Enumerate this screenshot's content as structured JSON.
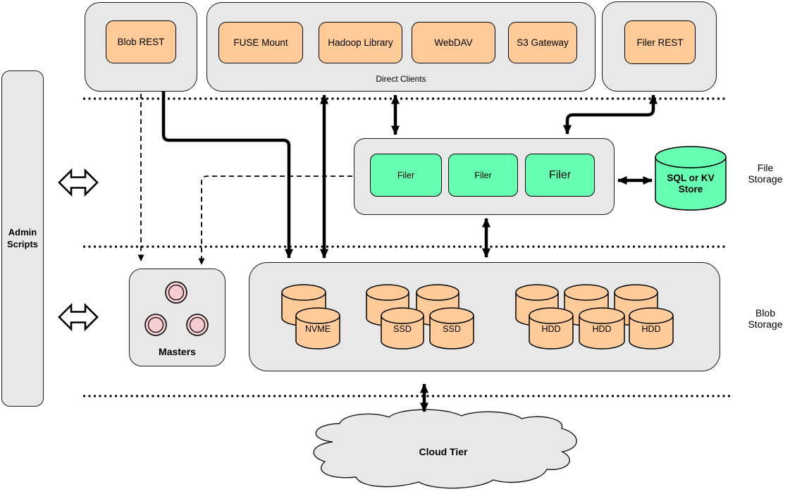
{
  "colors": {
    "background": "#ffffff",
    "group_fill": "#e8e8e8",
    "client_node_fill": "#ffcc99",
    "filer_node_fill": "#66ffb2",
    "master_node_fill": "#f8cdd1",
    "line": "#000000"
  },
  "admin": {
    "label": "Admin Scripts"
  },
  "clients": {
    "blob_rest": {
      "label": "Blob REST"
    },
    "direct": {
      "caption": "Direct Clients",
      "nodes": [
        {
          "label": "FUSE Mount"
        },
        {
          "label": "Hadoop Library"
        },
        {
          "label": "WebDAV"
        },
        {
          "label": "S3 Gateway"
        }
      ]
    },
    "filer_rest": {
      "label": "Filer REST"
    }
  },
  "file_storage": {
    "tier_label": "File Storage",
    "filers": [
      {
        "label": "Filer"
      },
      {
        "label": "Filer"
      },
      {
        "label": "Filer"
      }
    ],
    "store": {
      "label": "SQL or KV Store"
    }
  },
  "blob_storage": {
    "tier_label": "Blob Storage",
    "masters": {
      "label": "Masters"
    },
    "disks": [
      {
        "label": "NVME"
      },
      {
        "label": "SSD"
      },
      {
        "label": "SSD"
      },
      {
        "label": "HDD"
      },
      {
        "label": "HDD"
      },
      {
        "label": "HDD"
      }
    ]
  },
  "cloud": {
    "label": "Cloud Tier"
  }
}
